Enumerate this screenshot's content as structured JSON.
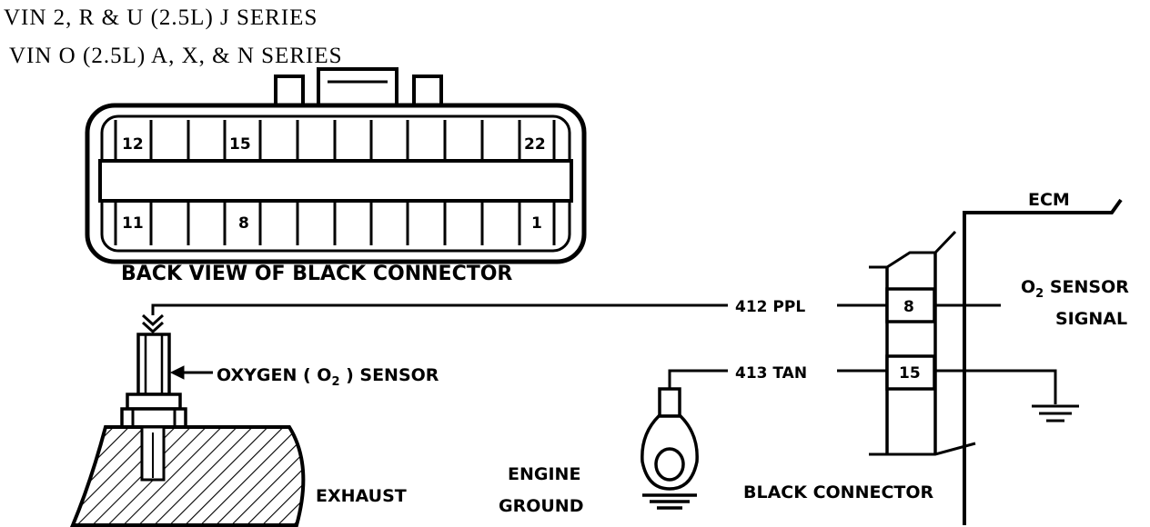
{
  "header": {
    "line1": "VIN 2, R & U (2.5L) J SERIES",
    "line2": "VIN O (2.5L) A, X, & N SERIES"
  },
  "connector": {
    "caption": "BACK VIEW OF BLACK CONNECTOR",
    "top_labels": [
      "12",
      "15",
      "22"
    ],
    "bottom_labels": [
      "11",
      "8",
      "1"
    ]
  },
  "wires": {
    "ppl": "412 PPL",
    "tan": "413 TAN"
  },
  "ecm": {
    "label": "ECM",
    "pin_top": "8",
    "pin_bottom": "15",
    "signal_line1": "O",
    "signal_sub": "2",
    "signal_rest": " SENSOR",
    "signal_line2": "SIGNAL"
  },
  "sensor": {
    "label_pre": "OXYGEN ( O",
    "label_sub": "2",
    "label_post": " ) SENSOR"
  },
  "labels": {
    "exhaust": "EXHAUST",
    "engine": "ENGINE",
    "ground": "GROUND",
    "black_connector": "BLACK CONNECTOR"
  }
}
